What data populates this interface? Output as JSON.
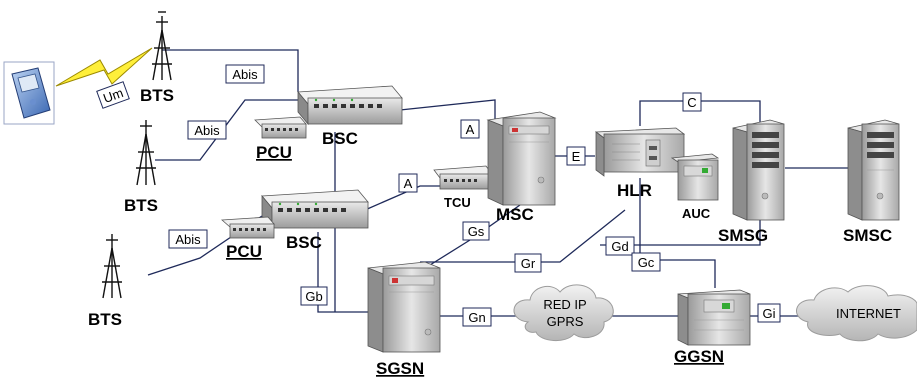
{
  "nodes": {
    "bts_top": "BTS",
    "bts_middle": "BTS",
    "bts_bottom": "BTS",
    "bsc_top": "BSC",
    "bsc_bottom": "BSC",
    "pcu_top": "PCU",
    "pcu_bottom": "PCU",
    "tcu": "TCU",
    "msc": "MSC",
    "hlr": "HLR",
    "auc": "AUC",
    "smsg": "SMSG",
    "smsc": "SMSC",
    "sgsn": "SGSN",
    "ggsn": "GGSN"
  },
  "interfaces": {
    "um": "Um",
    "abis_top": "Abis",
    "abis_middle": "Abis",
    "abis_bottom": "Abis",
    "a_top": "A",
    "a_bottom": "A",
    "e": "E",
    "c": "C",
    "gs": "Gs",
    "gr": "Gr",
    "gd": "Gd",
    "gc": "Gc",
    "gb": "Gb",
    "gn": "Gn",
    "gi": "Gi"
  },
  "clouds": {
    "red_ip_line1": "RED IP",
    "red_ip_line2": "GPRS",
    "internet": "INTERNET"
  }
}
